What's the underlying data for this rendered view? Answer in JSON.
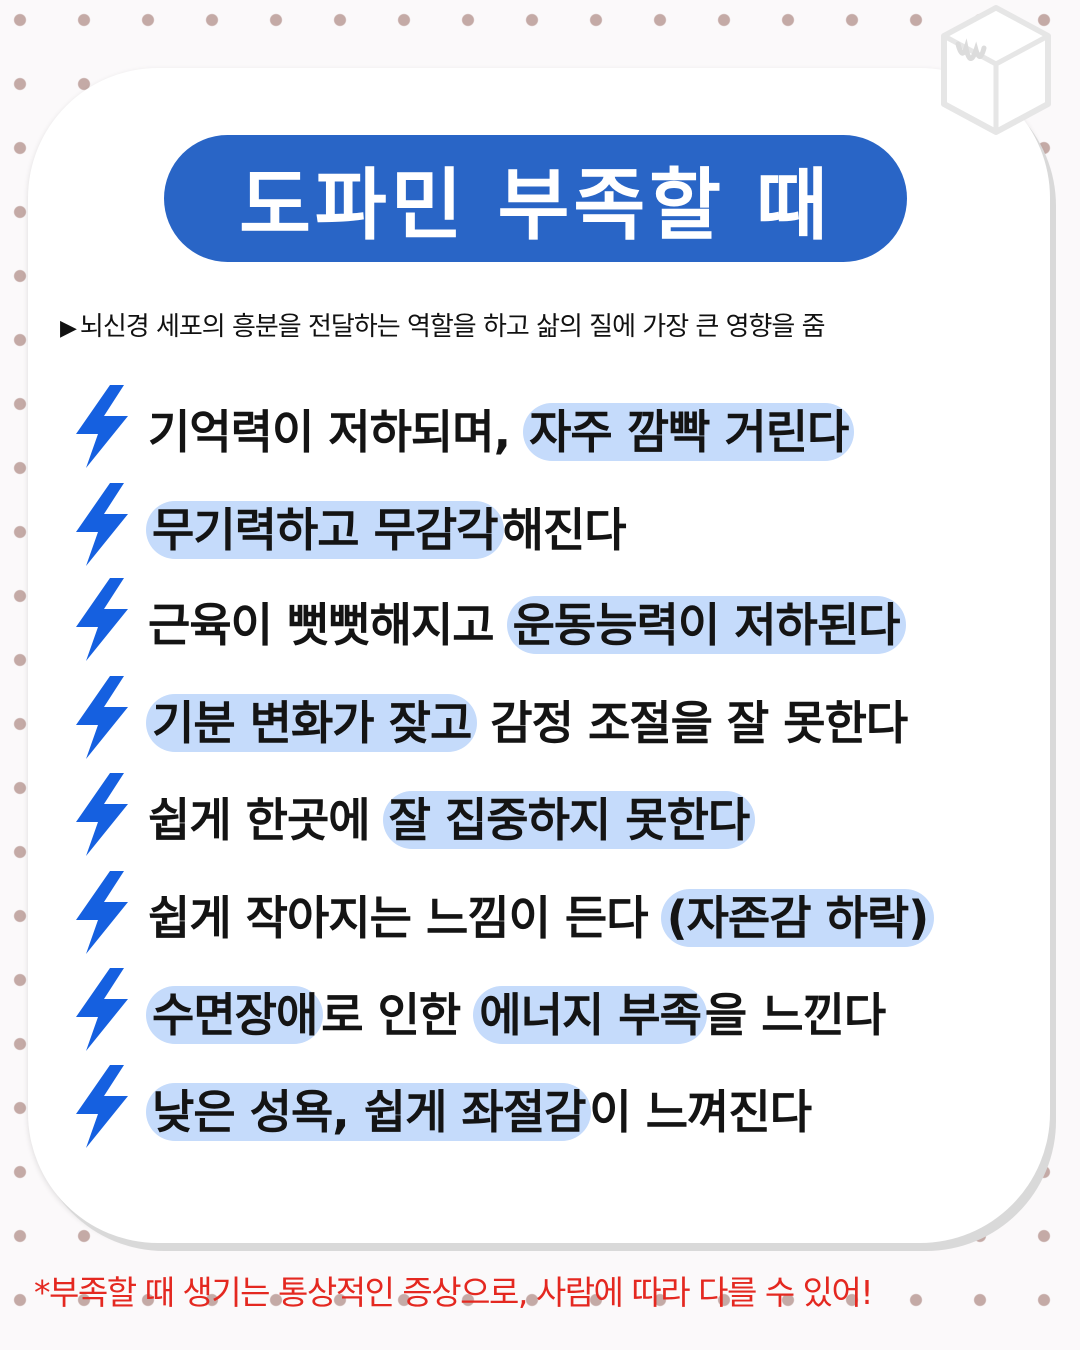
{
  "title": "도파민 부족할 때",
  "subtitle": "뇌신경 세포의 흥분을 전달하는 역할을 하고 삶의 질에 가장 큰 영향을 줌",
  "subtitle_marker": "▶",
  "items": [
    {
      "pre": "기억력이 저하되며, ",
      "hl1": "자주 깜빡 거린다",
      "mid": "",
      "hl2": "",
      "post": ""
    },
    {
      "pre": "",
      "hl1": "무기력하고 무감각",
      "mid": "해진다",
      "hl2": "",
      "post": ""
    },
    {
      "pre": "근육이 뻣뻣해지고 ",
      "hl1": "운동능력이 저하된다",
      "mid": "",
      "hl2": "",
      "post": ""
    },
    {
      "pre": "",
      "hl1": "기분 변화가 잦고",
      "mid": " 감정 조절을 잘 못한다",
      "hl2": "",
      "post": ""
    },
    {
      "pre": "쉽게 한곳에 ",
      "hl1": "잘 집중하지 못한다",
      "mid": "",
      "hl2": "",
      "post": ""
    },
    {
      "pre": "쉽게 작아지는 느낌이 든다 ",
      "hl1": "(자존감 하락)",
      "mid": "",
      "hl2": "",
      "post": ""
    },
    {
      "pre": "",
      "hl1": "수면장애",
      "mid": "로 인한 ",
      "hl2": "에너지 부족",
      "post": "을 느낀다"
    },
    {
      "pre": "",
      "hl1": "낮은 성욕, 쉽게 좌절감",
      "mid": "이 느껴진다",
      "hl2": "",
      "post": ""
    }
  ],
  "footer": "*부족할 때 생기는 통상적인 증상으로, 사람에 따라 다를 수 있어!",
  "colors": {
    "title_bg": "#2965c6",
    "highlight": "#c5dbfb",
    "bolt": "#1560e0",
    "footer_text": "#e42820",
    "dots": "#c4aaa6"
  },
  "icons": {
    "bullet": "lightning-bolt-icon",
    "logo": "cube-logo-icon"
  }
}
